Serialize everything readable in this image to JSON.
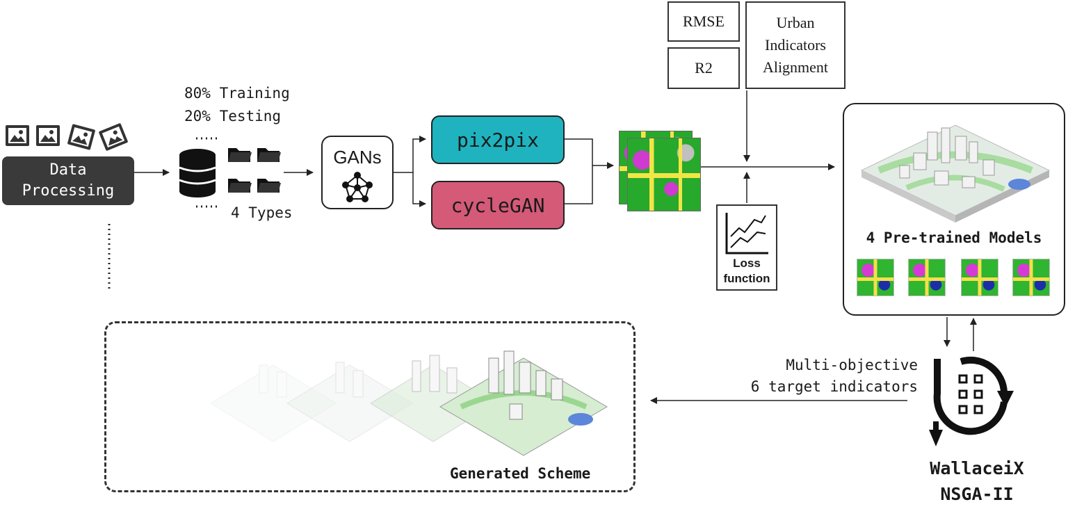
{
  "split": {
    "line1": "80% Training",
    "line2": "20% Testing"
  },
  "types_label": "4 Types",
  "data_processing": {
    "line1": "Data",
    "line2": "Processing"
  },
  "gans": {
    "label": "GANs"
  },
  "pix2pix": {
    "label": "pix2pix",
    "color": "#1fb3c0"
  },
  "cyclegan": {
    "label": "cycleGAN",
    "color": "#d45a78"
  },
  "metrics": {
    "rmse": "RMSE",
    "r2": "R2",
    "urban": [
      "Urban",
      "Indicators",
      "Alignment"
    ]
  },
  "loss": {
    "line1": "Loss",
    "line2": "function"
  },
  "models": {
    "label": "4 Pre-trained Models"
  },
  "optimization": {
    "line1": "Multi-objective",
    "line2": "6 target indicators"
  },
  "wallacei": {
    "line1": "WallaceiX",
    "line2": "NSGA-II"
  },
  "generated": {
    "label": "Generated Scheme"
  },
  "colors": {
    "dark_box": "#3a3a3a",
    "green": "#2fb52f",
    "yellow": "#f1e646",
    "magenta": "#cf3ad0"
  }
}
